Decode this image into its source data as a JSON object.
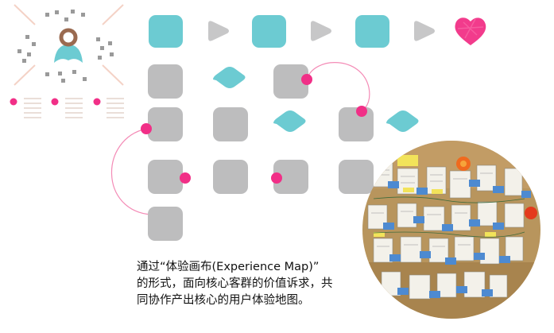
{
  "caption": {
    "lines": [
      "通过“体验画布(Experience Map)”",
      "的形式，面向核心客群的价值诉求，共",
      "同协作产出核心的用户体验地图。"
    ]
  },
  "colors": {
    "teal": "#6ccbd2",
    "gray": "#bdbdbe",
    "triangle_gray": "#c7c7c8",
    "pink": "#f12f87",
    "heart": "#f23b8c",
    "persona_brown": "#9a6a50",
    "persona_teal": "#6ccbd2",
    "dash_gray": "#9a9a9a",
    "spoke": "#f4d2c6",
    "photo_bg": "#b8955d"
  },
  "icons": {
    "persona": "persona-icon",
    "heart": "heart-icon",
    "photo": "workshop-photo"
  }
}
